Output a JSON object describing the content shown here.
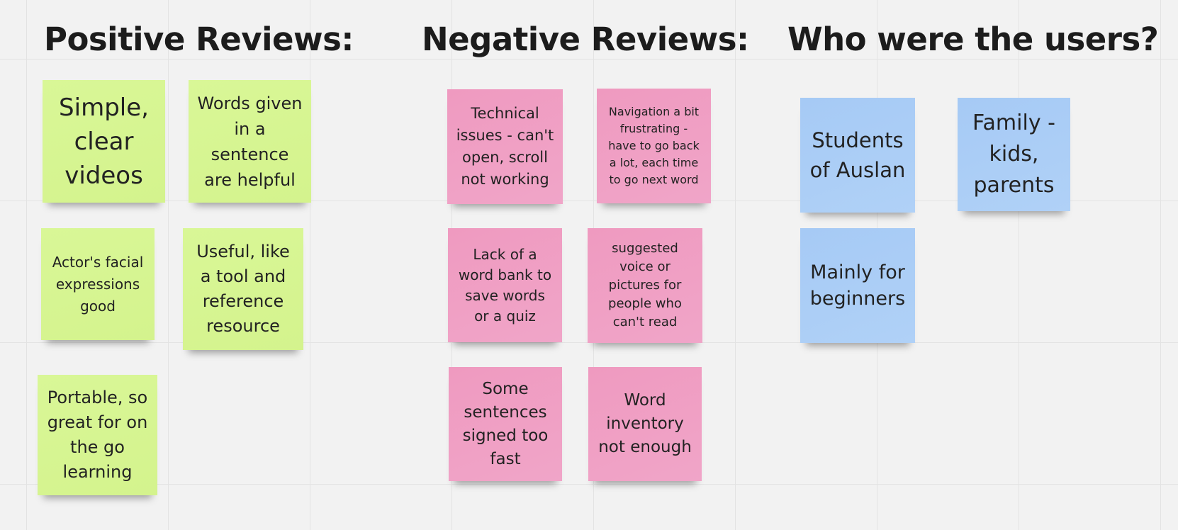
{
  "headings": {
    "positive": "Positive Reviews:",
    "negative": "Negative Reviews:",
    "users": "Who were the users?"
  },
  "colors": {
    "background": "#f2f2f2",
    "grid_line": "#e3e3e3",
    "positive_note": "#d6f591",
    "negative_note": "#ee9fc3",
    "users_note": "#aacdf6"
  },
  "positive_notes": [
    "Simple, clear videos",
    "Words given in a sentence are helpful",
    "Actor's facial expressions good",
    "Useful, like a tool and reference resource",
    "Portable, so great for on the go learning"
  ],
  "negative_notes": [
    "Technical issues - can't open, scroll not working",
    "Navigation a bit frustrating - have to go back a lot, each time to go next word",
    "Lack of a word bank to save words or a quiz",
    "suggested voice or pictures for people who can't read",
    "Some sentences signed too fast",
    "Word inventory not enough"
  ],
  "user_notes": [
    "Students of Auslan",
    "Family - kids, parents",
    "Mainly for beginners"
  ]
}
